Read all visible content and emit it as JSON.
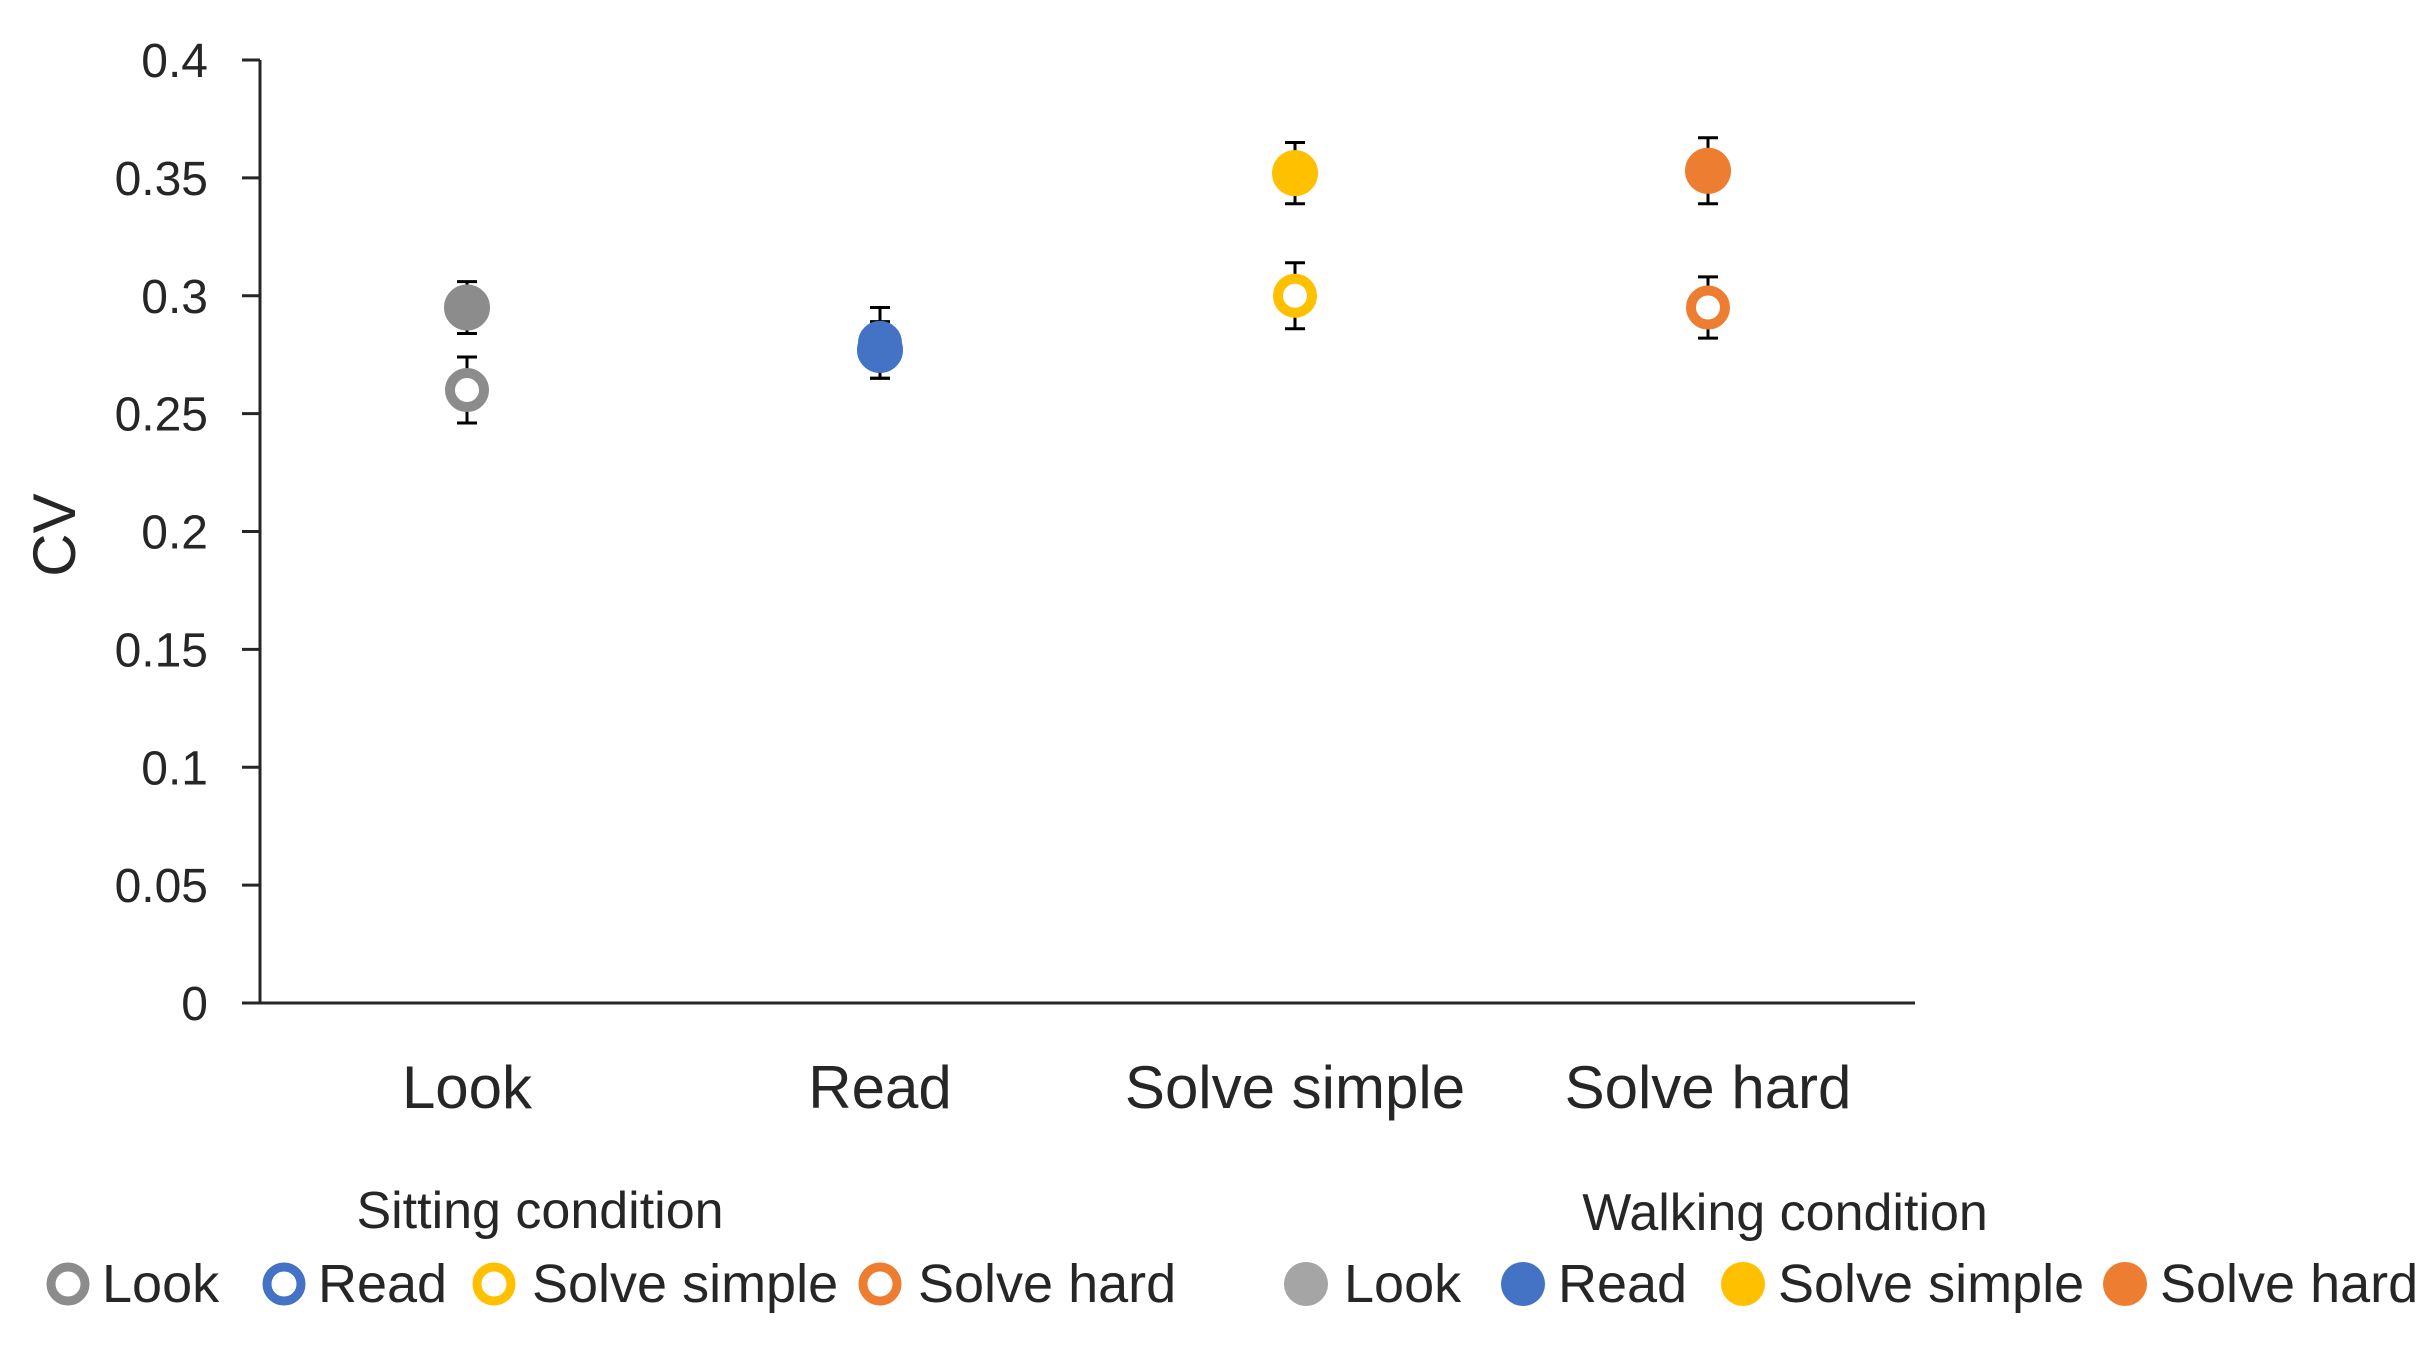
{
  "chart_data": {
    "type": "scatter",
    "title": "",
    "xlabel": "",
    "ylabel": "CV",
    "ylim": [
      0,
      0.4
    ],
    "yticks": [
      "0",
      "0.05",
      "0.1",
      "0.15",
      "0.2",
      "0.25",
      "0.3",
      "0.35",
      "0.4"
    ],
    "categories": [
      "Look",
      "Read",
      "Solve simple",
      "Solve hard"
    ],
    "grid": false,
    "legend_position": "bottom",
    "legend_groups": [
      {
        "title": "Sitting condition",
        "entries": [
          {
            "label": "Look",
            "color": "#8c8c8c",
            "marker": "open-circle"
          },
          {
            "label": "Read",
            "color": "#4472c4",
            "marker": "open-circle"
          },
          {
            "label": "Solve simple",
            "color": "#ffc000",
            "marker": "open-circle"
          },
          {
            "label": "Solve hard",
            "color": "#ed7d31",
            "marker": "open-circle"
          }
        ]
      },
      {
        "title": "Walking condition",
        "entries": [
          {
            "label": "Look",
            "color": "#a5a5a5",
            "marker": "filled-circle"
          },
          {
            "label": "Read",
            "color": "#4472c4",
            "marker": "filled-circle"
          },
          {
            "label": "Solve simple",
            "color": "#ffc000",
            "marker": "filled-circle"
          },
          {
            "label": "Solve hard",
            "color": "#ed7d31",
            "marker": "filled-circle"
          }
        ]
      }
    ],
    "series": [
      {
        "group": "Sitting condition",
        "category": "Look",
        "value": 0.26,
        "error": 0.014,
        "color": "#8c8c8c",
        "marker": "open-circle"
      },
      {
        "group": "Sitting condition",
        "category": "Read",
        "value": 0.28,
        "error": 0.015,
        "color": "#4472c4",
        "marker": "open-circle"
      },
      {
        "group": "Sitting condition",
        "category": "Solve simple",
        "value": 0.3,
        "error": 0.014,
        "color": "#ffc000",
        "marker": "open-circle"
      },
      {
        "group": "Sitting condition",
        "category": "Solve hard",
        "value": 0.295,
        "error": 0.013,
        "color": "#ed7d31",
        "marker": "open-circle"
      },
      {
        "group": "Walking condition",
        "category": "Look",
        "value": 0.295,
        "error": 0.011,
        "color": "#8c8c8c",
        "marker": "filled-circle"
      },
      {
        "group": "Walking condition",
        "category": "Read",
        "value": 0.277,
        "error": 0.012,
        "color": "#4472c4",
        "marker": "filled-circle"
      },
      {
        "group": "Walking condition",
        "category": "Solve simple",
        "value": 0.352,
        "error": 0.013,
        "color": "#ffc000",
        "marker": "filled-circle"
      },
      {
        "group": "Walking condition",
        "category": "Solve hard",
        "value": 0.353,
        "error": 0.014,
        "color": "#ed7d31",
        "marker": "filled-circle"
      }
    ]
  }
}
